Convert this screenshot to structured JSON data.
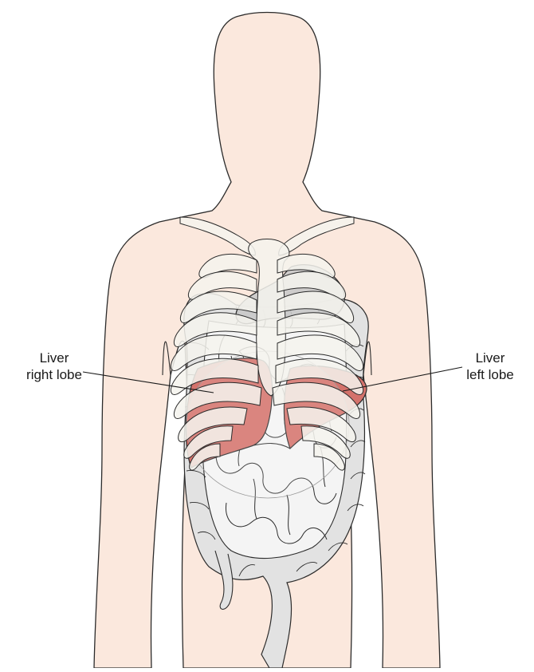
{
  "labels": {
    "right_lobe": {
      "line1": "Liver",
      "line2": "right lobe"
    },
    "left_lobe": {
      "line1": "Liver",
      "line2": "left lobe"
    }
  },
  "colors": {
    "skin": "#fbe8dd",
    "outline": "#2b2b2b",
    "bone": "#f4f3ee",
    "liver": "#d4726b",
    "intestine": "#e2e2e2",
    "stomach": "#c9c9c9"
  }
}
